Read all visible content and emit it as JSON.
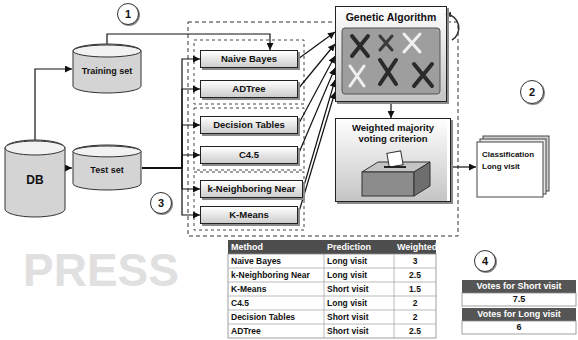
{
  "diagram": {
    "nodes": [
      {
        "text": [
          "1"
        ]
      },
      {
        "text": [
          "Training set"
        ]
      },
      {
        "text": [
          "DB"
        ]
      },
      {
        "text": [
          "Test set"
        ]
      },
      {
        "text": [
          "3"
        ]
      },
      {
        "text": [
          "Naive Bayes"
        ]
      },
      {
        "text": [
          "ADTree"
        ]
      },
      {
        "text": [
          "Decision Tables"
        ]
      },
      {
        "text": [
          "C4.5"
        ]
      },
      {
        "text": [
          "k-Neighboring Near"
        ]
      },
      {
        "text": [
          "K-Means"
        ]
      },
      {
        "text": [
          "Genetic Algorithm"
        ]
      },
      {
        "text": [
          "2"
        ]
      },
      {
        "text": [
          "Weighted majority voting criterion"
        ]
      },
      {
        "text": [
          "Classification",
          "Long visit"
        ]
      },
      {
        "text": [
          "4"
        ]
      }
    ],
    "edges": [
      {
        "from": 2,
        "to": 1,
        "arrow": "to"
      },
      {
        "from": 2,
        "to": 3,
        "arrow": "to"
      },
      {
        "from": 1,
        "to": 5,
        "arrow": "to"
      },
      {
        "from": 3,
        "to": 5,
        "arrow": "to"
      },
      {
        "from": 3,
        "to": 6,
        "arrow": "to"
      },
      {
        "from": 3,
        "to": 7,
        "arrow": "to"
      },
      {
        "from": 3,
        "to": 8,
        "arrow": "to"
      },
      {
        "from": 3,
        "to": 9,
        "arrow": "to"
      },
      {
        "from": 3,
        "to": 10,
        "arrow": "to"
      },
      {
        "from": 5,
        "to": 11,
        "arrow": "to"
      },
      {
        "from": 6,
        "to": 11,
        "arrow": "to"
      },
      {
        "from": 7,
        "to": 11,
        "arrow": "to"
      },
      {
        "from": 8,
        "to": 11,
        "arrow": "to"
      },
      {
        "from": 9,
        "to": 11,
        "arrow": "to"
      },
      {
        "from": 10,
        "to": 11,
        "arrow": "to"
      },
      {
        "from": 11,
        "to": 13,
        "arrow": "to"
      },
      {
        "from": 13,
        "to": 14,
        "arrow": "to"
      }
    ],
    "labels": [
      "Method",
      "Prediction",
      "Weighted",
      "Naive Bayes",
      "Long visit",
      "3",
      "k-Neighboring Near",
      "Long visit",
      "2.5",
      "K-Means",
      "Short visit",
      "1.5",
      "C4.5",
      "Long visit",
      "2",
      "Decision Tables",
      "Short visit",
      "2",
      "ADTree",
      "Short visit",
      "2.5",
      "Votes for Short visit",
      "7.5",
      "Votes for Long visit",
      "6",
      "PRESS"
    ]
  }
}
